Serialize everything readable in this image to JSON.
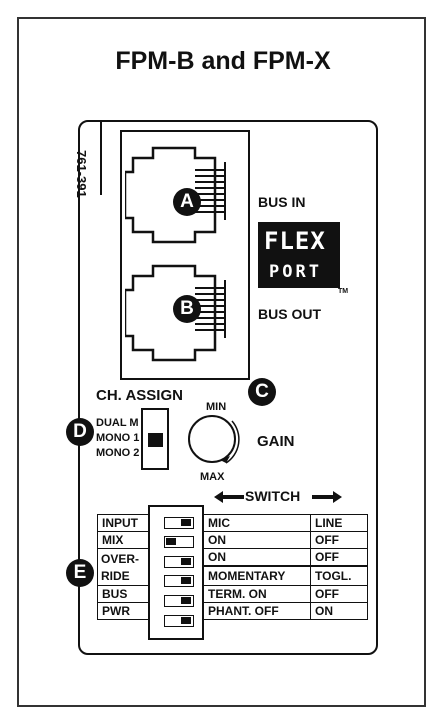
{
  "title": "FPM-B and FPM-X",
  "part_number": "761-391",
  "callouts": {
    "a": "A",
    "b": "B",
    "c": "C",
    "d": "D",
    "e": "E"
  },
  "bus_in": "BUS IN",
  "bus_out": "BUS OUT",
  "logo": {
    "line1": "FLEX",
    "line2": "PORT",
    "tm": "TM"
  },
  "ch_assign": {
    "label": "CH. ASSIGN",
    "options": [
      "DUAL M",
      "MONO 1",
      "MONO 2"
    ],
    "selected": "MONO 1"
  },
  "gain": {
    "label": "GAIN",
    "min": "MIN",
    "max": "MAX"
  },
  "switch_header": "SWITCH",
  "switches": [
    {
      "name": "INPUT",
      "left": "MIC",
      "right": "LINE",
      "position": "right"
    },
    {
      "name": "MIX",
      "left": "ON",
      "right": "OFF",
      "position": "left"
    },
    {
      "name": "OVER-",
      "left": "ON",
      "right": "OFF",
      "position": "right"
    },
    {
      "name": "RIDE",
      "left": "MOMENTARY",
      "right": "TOGL.",
      "position": "right"
    },
    {
      "name": "BUS",
      "left": "TERM. ON",
      "right": "OFF",
      "position": "right"
    },
    {
      "name": "PWR",
      "left": "PHANT. OFF",
      "right": "ON",
      "position": "right"
    }
  ]
}
